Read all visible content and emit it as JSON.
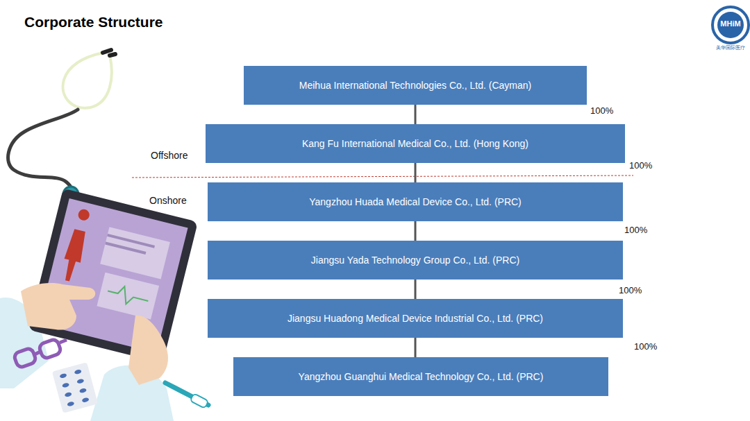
{
  "diagram": {
    "title": "Corporate Structure",
    "nodes": [
      {
        "text": [
          "Meihua International Technologies Co., Ltd. (Cayman)"
        ]
      },
      {
        "text": [
          "Kang Fu International Medical Co., Ltd. (Hong Kong)"
        ]
      },
      {
        "text": [
          "Yangzhou Huada Medical Device Co., Ltd. (PRC)"
        ]
      },
      {
        "text": [
          "Jiangsu Yada Technology Group Co., Ltd. (PRC)"
        ]
      },
      {
        "text": [
          "Jiangsu Huadong Medical Device Industrial Co., Ltd. (PRC)"
        ]
      },
      {
        "text": [
          "Yangzhou Guanghui Medical Technology Co., Ltd. (PRC)"
        ]
      }
    ],
    "edges": [
      {
        "from": 0,
        "to": 1,
        "arrow": "none"
      },
      {
        "from": 1,
        "to": 2,
        "arrow": "none"
      },
      {
        "from": 2,
        "to": 3,
        "arrow": "none"
      },
      {
        "from": 3,
        "to": 4,
        "arrow": "none"
      },
      {
        "from": 4,
        "to": 5,
        "arrow": "none"
      }
    ],
    "labels": [
      "100%",
      "100%",
      "100%",
      "100%",
      "100%",
      "Offshore",
      "Onshore",
      "MHiM",
      "美华国际医疗"
    ]
  }
}
